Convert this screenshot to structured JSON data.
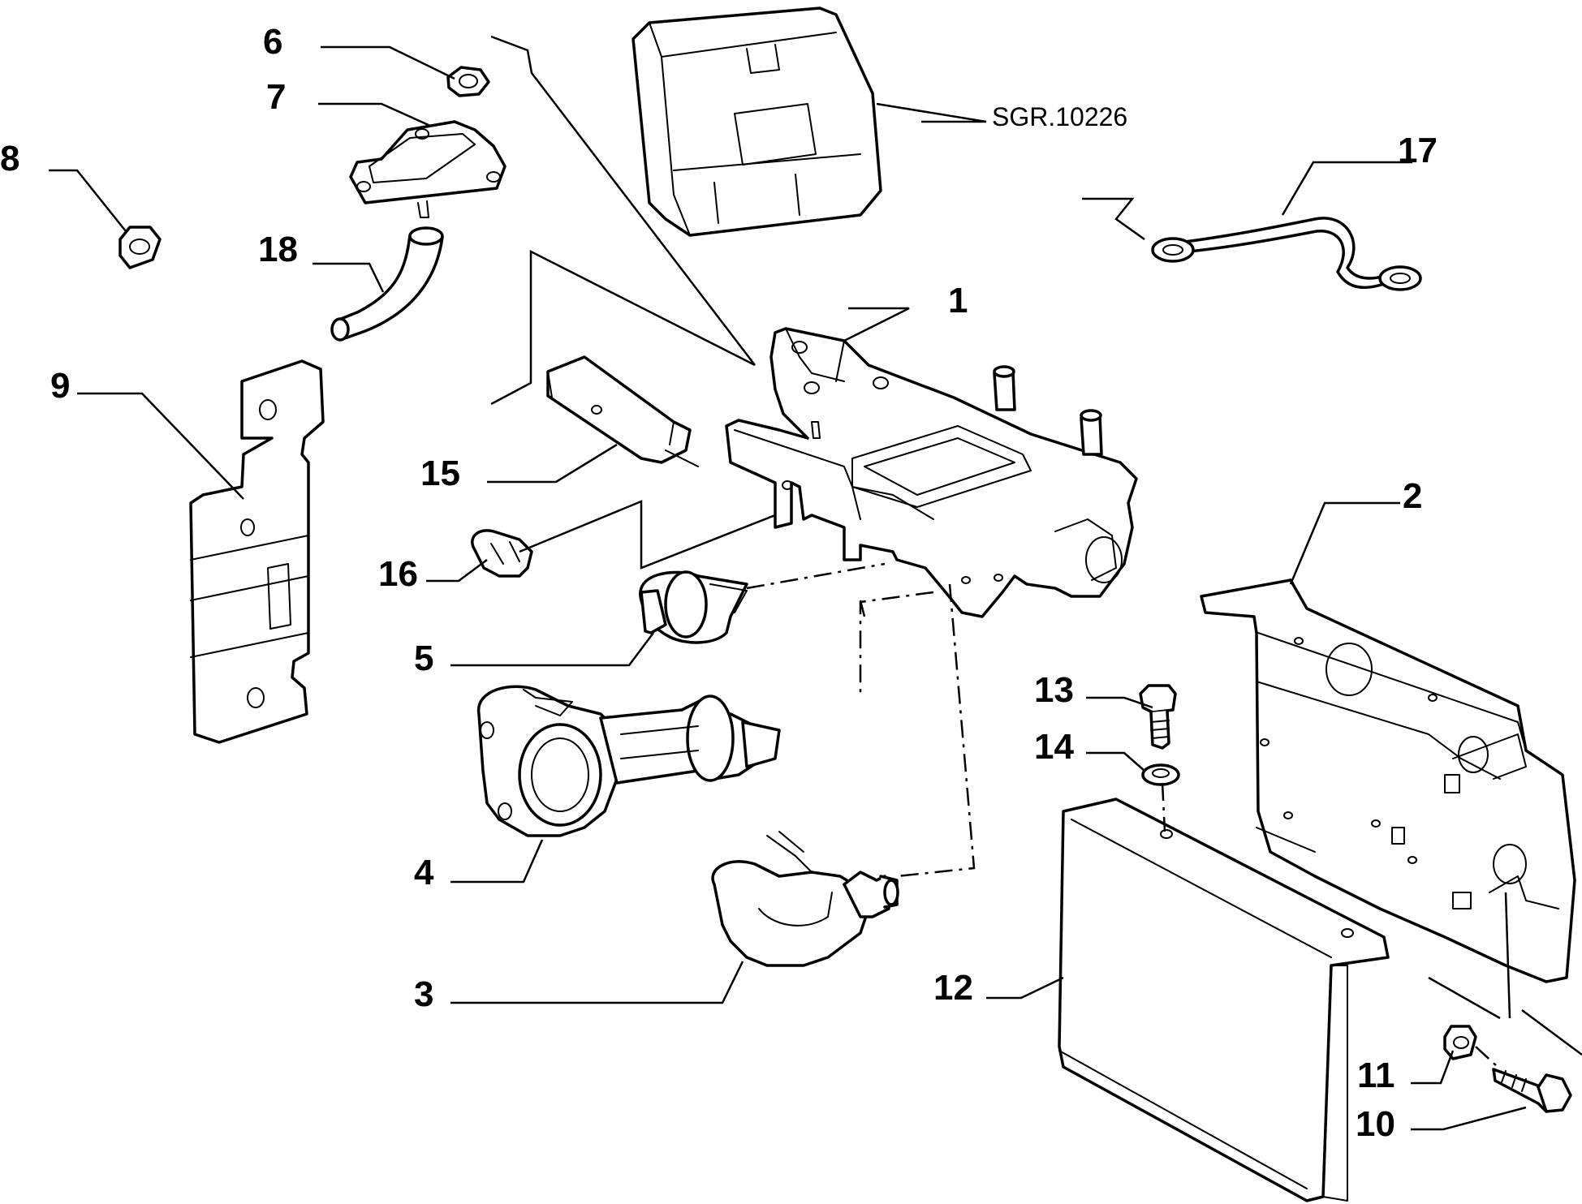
{
  "diagram": {
    "reference_code": "SGR.10226",
    "callouts": [
      {
        "id": "c1",
        "label": "1"
      },
      {
        "id": "c2",
        "label": "2"
      },
      {
        "id": "c3",
        "label": "3"
      },
      {
        "id": "c4",
        "label": "4"
      },
      {
        "id": "c5",
        "label": "5"
      },
      {
        "id": "c6",
        "label": "6"
      },
      {
        "id": "c7",
        "label": "7"
      },
      {
        "id": "c8",
        "label": "8"
      },
      {
        "id": "c9",
        "label": "9"
      },
      {
        "id": "c10",
        "label": "10"
      },
      {
        "id": "c11",
        "label": "11"
      },
      {
        "id": "c12",
        "label": "12"
      },
      {
        "id": "c13",
        "label": "13"
      },
      {
        "id": "c14",
        "label": "14"
      },
      {
        "id": "c15",
        "label": "15"
      },
      {
        "id": "c16",
        "label": "16"
      },
      {
        "id": "c17",
        "label": "17"
      },
      {
        "id": "c18",
        "label": "18"
      }
    ],
    "colors": {
      "line": "#000000",
      "background": "#ffffff"
    }
  }
}
